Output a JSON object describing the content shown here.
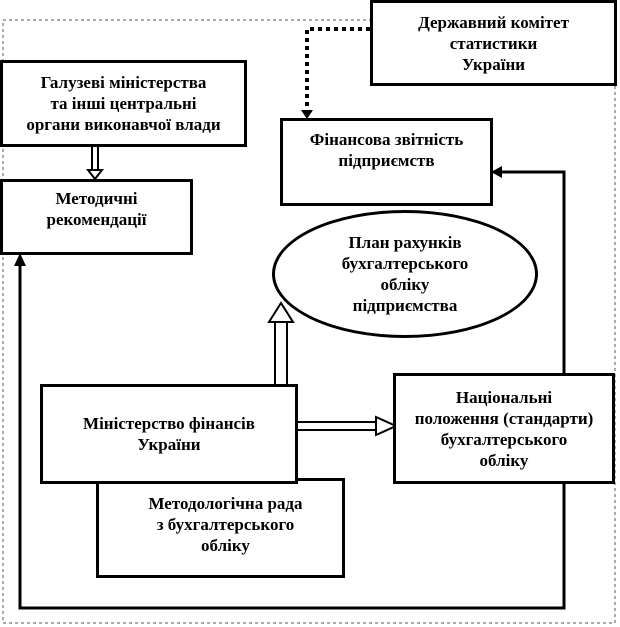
{
  "nodes": {
    "state_stats": "Державний комітет\nстатистики\nУкраїни",
    "branch_ministries": "Галузеві міністерства\nта інші центральні\nоргани виконавчої влади",
    "financial_reports": "Фінансова звітність\nпідприємств",
    "method_recommendations": "Методичні\nрекомендації",
    "chart_of_accounts": "План рахунків\nбухгалтерського\nобліку\nпідприємства",
    "ministry_finance": "Міністерство фінансів\nУкраїни",
    "national_standards": "Національні\nположення (стандарти)\nбухгалтерського\nобліку",
    "method_council": "Методологічна рада\nз бухгалтерського\nобліку"
  },
  "colors": {
    "line": "#000000",
    "border_dashed": "#555555",
    "background": "#ffffff"
  }
}
